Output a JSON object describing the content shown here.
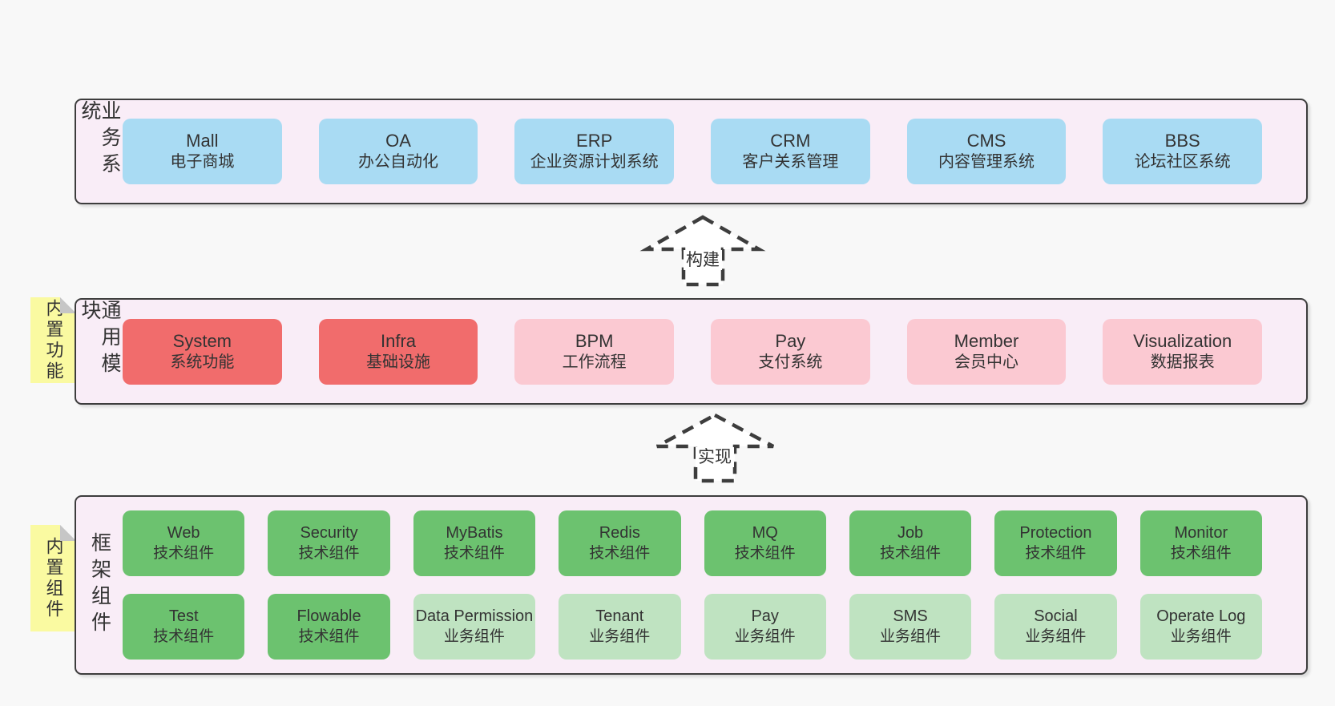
{
  "colors": {
    "bg": "#f8f8f8",
    "panel": "#f9edf7",
    "border": "#3d3d3d",
    "text": "#333333",
    "blue": "#a9dbf3",
    "red": "#f16c6c",
    "pink": "#fbc9d2",
    "green": "#6cc26f",
    "lightgreen": "#bfe3c1",
    "note": "#fafaa1",
    "fold": "#c6c6c6"
  },
  "arrows": [
    {
      "label": "构建"
    },
    {
      "label": "实现"
    }
  ],
  "layers": [
    {
      "title": "业务系统",
      "boxes": [
        {
          "en": "Mall",
          "zh": "电子商城"
        },
        {
          "en": "OA",
          "zh": "办公自动化"
        },
        {
          "en": "ERP",
          "zh": "企业资源计划系统"
        },
        {
          "en": "CRM",
          "zh": "客户关系管理"
        },
        {
          "en": "CMS",
          "zh": "内容管理系统"
        },
        {
          "en": "BBS",
          "zh": "论坛社区系统"
        }
      ]
    },
    {
      "title": "通用模块",
      "note": "内置功能",
      "boxes": [
        {
          "en": "System",
          "zh": "系统功能"
        },
        {
          "en": "Infra",
          "zh": "基础设施"
        },
        {
          "en": "BPM",
          "zh": "工作流程"
        },
        {
          "en": "Pay",
          "zh": "支付系统"
        },
        {
          "en": "Member",
          "zh": "会员中心"
        },
        {
          "en": "Visualization",
          "zh": "数据报表"
        }
      ]
    },
    {
      "title": "框架组件",
      "note": "内置组件",
      "rows": [
        [
          {
            "en": "Web",
            "zh": "技术组件"
          },
          {
            "en": "Security",
            "zh": "技术组件"
          },
          {
            "en": "MyBatis",
            "zh": "技术组件"
          },
          {
            "en": "Redis",
            "zh": "技术组件"
          },
          {
            "en": "MQ",
            "zh": "技术组件"
          },
          {
            "en": "Job",
            "zh": "技术组件"
          },
          {
            "en": "Protection",
            "zh": "技术组件"
          },
          {
            "en": "Monitor",
            "zh": "技术组件"
          }
        ],
        [
          {
            "en": "Test",
            "zh": "技术组件"
          },
          {
            "en": "Flowable",
            "zh": "技术组件"
          },
          {
            "en": "Data Permission",
            "zh": "业务组件"
          },
          {
            "en": "Tenant",
            "zh": "业务组件"
          },
          {
            "en": "Pay",
            "zh": "业务组件"
          },
          {
            "en": "SMS",
            "zh": "业务组件"
          },
          {
            "en": "Social",
            "zh": "业务组件"
          },
          {
            "en": "Operate Log",
            "zh": "业务组件"
          }
        ]
      ]
    }
  ]
}
